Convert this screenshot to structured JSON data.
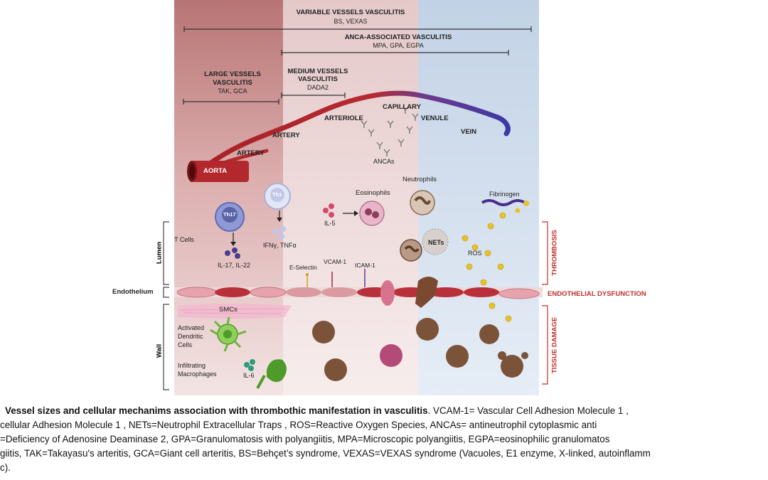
{
  "headers": {
    "variable": {
      "title": "VARIABLE VESSELS VASCULITIS",
      "sub": "BS, VEXAS"
    },
    "anca": {
      "title": "ANCA-ASSOCIATED VASCULITIS",
      "sub": "MPA, GPA, EGPA"
    },
    "large": {
      "title1": "LARGE VESSELS",
      "title2": "VASCULITIS",
      "sub": "TAK, GCA"
    },
    "medium": {
      "title1": "MEDIUM VESSELS",
      "title2": "VASCULITIS",
      "sub": "DADA2"
    }
  },
  "vessels": {
    "aorta": "AORTA",
    "artery1": "ARTERY",
    "artery2": "ARTERY",
    "arteriole": "ARTERIOLE",
    "capillary": "CAPILLARY",
    "venule": "VENULE",
    "vein": "VEIN",
    "ancas": "ANCAs"
  },
  "cells": {
    "th17": "Th17",
    "th1": "Th1",
    "il17": "IL-17, IL-22",
    "ifn": "IFNγ, TNFα",
    "il5": "IL-5",
    "eosinophils": "Eosinophils",
    "neutrophils": "Neutrophils",
    "fibrinogen": "Fibrinogen",
    "nets": "NETs",
    "ros": "ROS",
    "tcells": "T Cells",
    "eselectin": "E-Selectin",
    "vcam": "VCAM-1",
    "icam": "ICAM-1",
    "smcs": "SMCs",
    "dendritic1": "Activated",
    "dendritic2": "Dendritic",
    "dendritic3": "Cells",
    "macro1": "Infiltrating",
    "macro2": "Macrophages",
    "il6": "IL-6"
  },
  "layers": {
    "lumen": "Lumen",
    "endothelium": "Endothelium",
    "wall": "Wall",
    "thrombosis": "THROMBOSIS",
    "endo_dys": "ENDOTHELIAL DYSFUNCTION",
    "tissue": "TISSUE DAMAGE"
  },
  "caption": {
    "bold": "Vessel sizes and cellular mechanims association with thrombothic manifestation in vasculitis",
    "line1": ". VCAM-1= Vascular Cell Adhesion Molecule 1 ,",
    "line2": "cellular Adhesion Molecule 1 , NETs=Neutrophil Extracellular Traps , ROS=Reactive Oxygen Species, ANCAs= antineutrophil cytoplasmic anti",
    "line3": "=Deficiency of Adenosine Deaminase 2,  GPA=Granulomatosis with polyangiitis, MPA=Microscopic polyangiitis, EGPA=eosinophilic granulomatos",
    "line4": "giitis, TAK=Takayasu's arteritis, GCA=Giant cell arteritis, BS=Behçet’s syndrome, VEXAS=VEXAS syndrome (Vacuoles, E1 enzyme, X-linked, autoinflamm",
    "line5": "c)."
  },
  "colors": {
    "large_bg": "#c98a8a",
    "medium_bg": "#ecd6d6",
    "venous_bg": "#c9d7e8",
    "artery": "#b3282d",
    "vein": "#3d3aa8",
    "accent_red": "#c0302c"
  }
}
